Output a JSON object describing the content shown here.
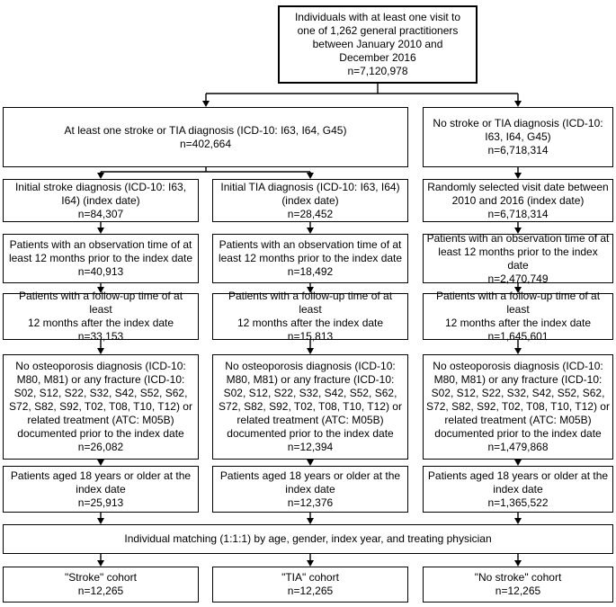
{
  "flowchart": {
    "top": {
      "text": "Individuals with at least one visit to\none of 1,262 general practitioners\nbetween January 2010 and\nDecember 2016\nn=7,120,978"
    },
    "stroke_tia": {
      "text": "At least one stroke or TIA diagnosis  (ICD-10: I63, I64, G45)\nn=402,664"
    },
    "no_stroke": {
      "text": "No stroke or TIA diagnosis (ICD-10:\nI63, I64, G45)\nn=6,718,314"
    },
    "stroke": [
      "Initial stroke diagnosis (ICD-10: I63,\nI64) (index date)\nn=84,307",
      "Patients with an observation time of at\nleast 12 months prior to the index date\nn=40,913",
      "Patients with a follow-up time of at least\n12 months after the index date\nn=33,153",
      "No osteoporosis diagnosis (ICD-10:\nM80, M81) or any fracture (ICD-10:\nS02, S12, S22, S32, S42, S52, S62,\nS72, S82, S92, T02, T08, T10, T12) or\nrelated treatment (ATC: M05B)\ndocumented prior to the index date\nn=26,082",
      "Patients aged 18 years or older at the\nindex date\nn=25,913"
    ],
    "tia": [
      "Initial TIA diagnosis (ICD-10: I63, I64)\n(index date)\nn=28,452",
      "Patients with an observation time of at\nleast 12 months prior to the index date\nn=18,492",
      "Patients with a follow-up time of at least\n12 months after the index date\nn=15,813",
      "No osteoporosis diagnosis (ICD-10:\nM80, M81) or any fracture (ICD-10:\nS02, S12, S22, S32, S42, S52, S62,\nS72, S82, S92, T02, T08, T10, T12) or\nrelated treatment (ATC: M05B)\ndocumented prior to the index date\nn=12,394",
      "Patients aged 18 years or older at the\nindex date\nn=12,376"
    ],
    "nostroke": [
      "Randomly selected visit date between\n2010 and 2016 (index date)\nn=6,718,314",
      "Patients with an observation time of at\nleast 12 months prior to the index date\nn=2,470,749",
      "Patients with a follow-up time of at least\n12 months after the index date\nn=1,645,601",
      "No osteoporosis diagnosis (ICD-10:\nM80, M81) or any fracture (ICD-10:\nS02, S12, S22, S32, S42, S52, S62,\nS72, S82, S92, T02, T08, T10, T12) or\nrelated treatment (ATC: M05B)\ndocumented prior to the index date\nn=1,479,868",
      "Patients aged 18 years or older at the\nindex date\nn=1,365,522"
    ],
    "matching": {
      "text": "Individual matching (1:1:1) by age, gender, index year, and treating physician"
    },
    "cohorts": [
      "\"Stroke\" cohort\nn=12,265",
      "\"TIA\" cohort\nn=12,265",
      "\"No stroke\" cohort\nn=12,265"
    ]
  }
}
